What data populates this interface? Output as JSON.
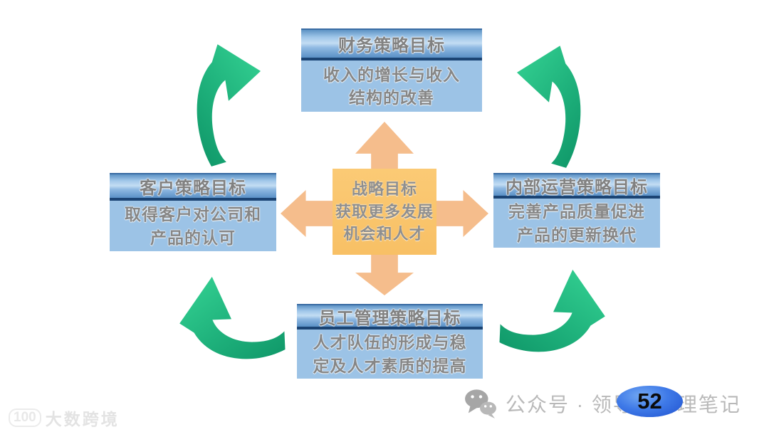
{
  "diagram": {
    "center": {
      "text": "战略目标\n获取更多发展\n机会和人才",
      "box_color": "#f8c065",
      "arrow_color": "#f5bd8c"
    },
    "nodes": {
      "top": {
        "title": "财务策略目标",
        "body": "收入的增长与收入\n结构的改善"
      },
      "left": {
        "title": "客户策略目标",
        "body": "取得客户对公司和\n产品的认可"
      },
      "right": {
        "title": "内部运营策略目标",
        "body": "完善产品质量促进\n产品的更新换代"
      },
      "bottom": {
        "title": "员工管理策略目标",
        "body": "人才队伍的形成与稳\n定及人才素质的提高"
      }
    },
    "colors": {
      "header_border_blue": "#1b4474",
      "body_blue": "#9cc3e6",
      "green_dark": "#0e9567",
      "green_light": "#30cb8e"
    }
  },
  "footer": {
    "watermark_logo": "100",
    "watermark_text": "大数跨境",
    "source_label": "公众号 · 领导者管理笔记",
    "page_number": "52",
    "badge_color": "#2a63dd"
  }
}
